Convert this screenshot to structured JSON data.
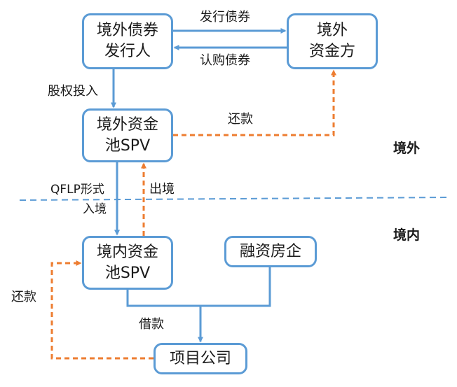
{
  "colors": {
    "box_border": "#5b9bd5",
    "solid_arrow": "#5b9bd5",
    "dashed_arrow": "#ed7d31",
    "boundary_line": "#5b9bd5",
    "text": "#1a1a1a"
  },
  "nodes": {
    "issuer": {
      "line1": "境外债券",
      "line2": "发行人"
    },
    "funder": {
      "line1": "境外",
      "line2": "资金方"
    },
    "spv_out": {
      "line1": "境外资金",
      "line2": "池SPV"
    },
    "spv_in": {
      "line1": "境内资金",
      "line2": "池SPV"
    },
    "real_estate_company": {
      "label": "融资房企"
    },
    "project_company": {
      "label": "项目公司"
    }
  },
  "edges": {
    "issue_bonds": "发行债券",
    "subscribe_bonds": "认购债券",
    "equity_investment": "股权投入",
    "repayment_offshore": "还款",
    "qflp_line1": "QFLP形式",
    "qflp_line2": "入境",
    "outbound": "出境",
    "loan": "借款",
    "repayment_onshore": "还款"
  },
  "regions": {
    "offshore": "境外",
    "onshore": "境内"
  }
}
